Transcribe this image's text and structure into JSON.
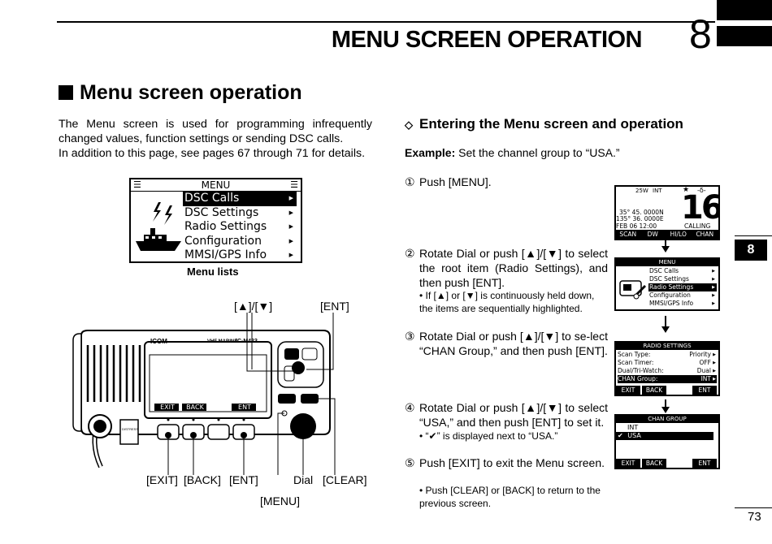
{
  "header": {
    "title": "MENU SCREEN OPERATION",
    "chapter": "8"
  },
  "section": {
    "title": "Menu screen operation",
    "intro_1": "The Menu screen is used for programming infrequently",
    "intro_2": "changed values, function settings or sending DSC calls.",
    "intro_3": "In addition to this page, see pages 67 through 71 for details."
  },
  "menu_screen": {
    "title": "MENU",
    "items": [
      "DSC Calls",
      "DSC Settings",
      "Radio Settings",
      "Configuration",
      "MMSI/GPS Info"
    ],
    "caption": "Menu lists"
  },
  "radio": {
    "brand": "ICOM",
    "model_text": "VHF MARINE",
    "model_num": "IC-M423",
    "distress": "DISTRESS",
    "soft_keys": [
      "EXIT",
      "BACK",
      "ENT"
    ],
    "labels": {
      "updown": "[▲]/[▼]",
      "ent_top": "[ENT]",
      "exit": "[EXIT]",
      "back": "[BACK]",
      "ent": "[ENT]",
      "dial": "Dial",
      "clear": "[CLEAR]",
      "menu": "[MENU]"
    }
  },
  "procedure": {
    "title": "Entering the Menu screen and operation",
    "example_label": "Example:",
    "example_text": " Set the channel group to “USA.”",
    "steps": [
      {
        "num": "①",
        "text": "Push [MENU]."
      },
      {
        "num": "②",
        "text": "Rotate Dial or push [▲]/[▼] to select the root item (Radio Settings), and then push [ENT]."
      },
      {
        "num": "③",
        "text": "Rotate Dial or push [▲]/[▼] to se-lect “CHAN Group,” and then push [ENT]."
      },
      {
        "num": "④",
        "text": "Rotate Dial or push [▲]/[▼] to select “USA,” and then push [ENT] to set it."
      },
      {
        "num": "⑤",
        "text": "Push [EXIT] to exit the Menu screen."
      }
    ],
    "notes": {
      "step2": "• If [▲] or [▼] is continuously held down, the items are sequentially highlighted.",
      "step4": "• “✔” is displayed next to “USA.”",
      "step5": "• Push [CLEAR] or [BACK] to return to the previous screen."
    }
  },
  "screens": {
    "main": {
      "power": "25W",
      "band": "INT",
      "channel": "16",
      "lat": "35° 45. 0000N",
      "lon": "135° 36. 0000E",
      "datetime": "FEB 06 12:00",
      "status": "CALLING",
      "softkeys": [
        "SCAN",
        "DW",
        "HI/LO",
        "CHAN"
      ]
    },
    "menu": {
      "title": "MENU",
      "items": [
        "DSC Calls",
        "DSC Settings",
        "Radio Settings",
        "Configuration",
        "MMSI/GPS Info"
      ]
    },
    "radio_settings": {
      "title": "RADIO SETTINGS",
      "rows": [
        {
          "label": "Scan Type:",
          "value": "Priority"
        },
        {
          "label": "Scan Timer:",
          "value": "OFF"
        },
        {
          "label": "Dual/Tri-Watch:",
          "value": "Dual"
        },
        {
          "label": "CHAN Group:",
          "value": "INT"
        }
      ],
      "softkeys": [
        "EXIT",
        "BACK",
        "ENT"
      ]
    },
    "chan_group": {
      "title": "CHAN GROUP",
      "items": [
        "INT",
        "USA"
      ],
      "check": "✔",
      "softkeys": [
        "EXIT",
        "BACK",
        "ENT"
      ]
    }
  },
  "side_tab": "8",
  "page_number": "73"
}
